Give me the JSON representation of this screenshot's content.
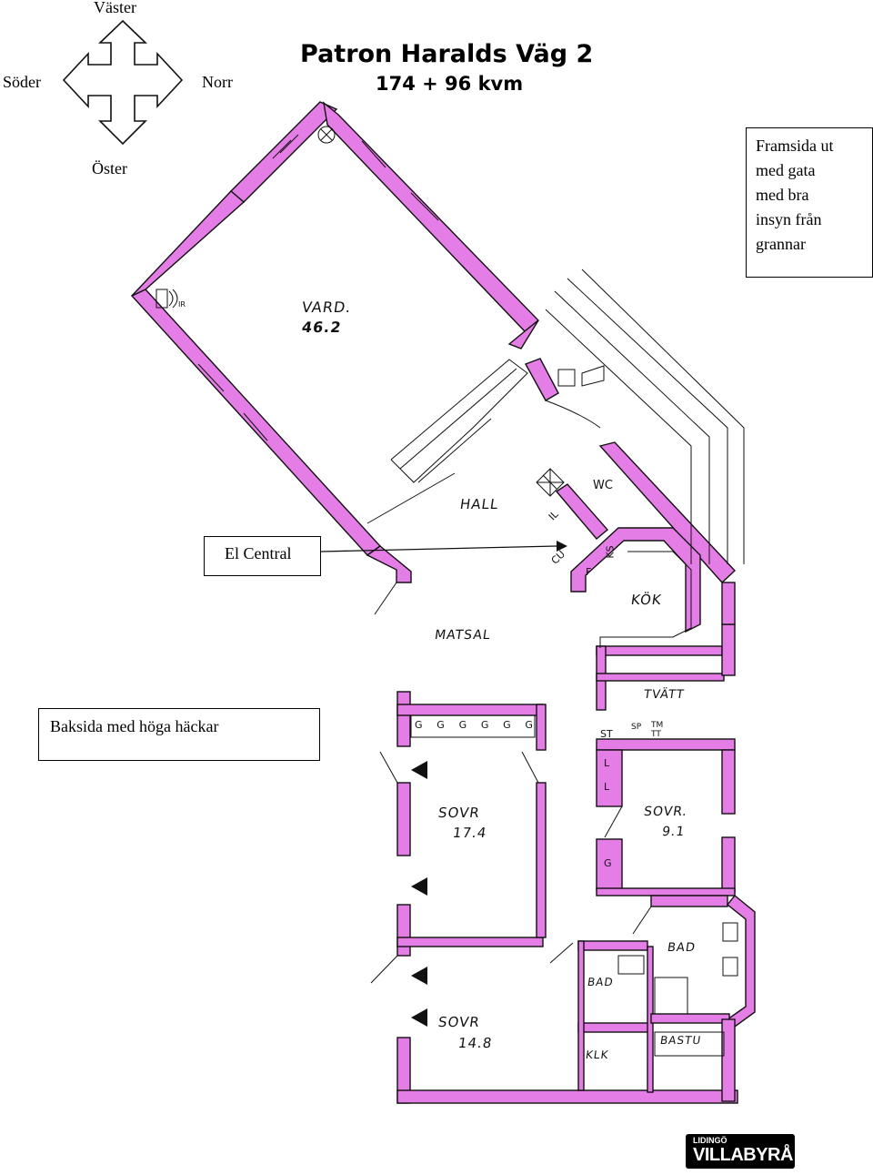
{
  "compass": {
    "north": "Norr",
    "south": "Söder",
    "west": "Väster",
    "east": "Öster"
  },
  "title": {
    "address": "Patron Haralds Väg 2",
    "area": "174 + 96 kvm"
  },
  "notes": {
    "front": [
      "Framsida ut",
      "med gata",
      "med bra",
      "insyn från",
      "grannar"
    ],
    "el_central": "El Central",
    "back": "Baksida med höga häckar"
  },
  "rooms": {
    "vard": "VARD.",
    "vard_area": "46.2",
    "hall": "HALL",
    "wc": "WC",
    "kok": "KÖK",
    "matsal": "MATSAL",
    "tvatt": "TVÄTT",
    "sovr1": "SOVR",
    "sovr1_area": "17.4",
    "sovr2": "SOVR.",
    "sovr2_area": "9.1",
    "sovr3": "SOVR",
    "sovr3_area": "14.8",
    "bad1": "BAD",
    "bad2": "BAD",
    "bastu": "BASTU",
    "klk": "KLK"
  },
  "fixtures": {
    "il": "IL",
    "cu": "CU",
    "f": "F",
    "ks": "KS",
    "st": "ST",
    "sp": "SP",
    "tmtt": "TM TT",
    "l1": "L",
    "l2": "L",
    "g": "G",
    "ir": "IR",
    "wardrobes": [
      "G",
      "G",
      "G",
      "G",
      "G",
      "G"
    ]
  },
  "logo": {
    "top": "LIDINGÖ",
    "name": "VILLABYRÅ"
  },
  "colors": {
    "wall": "#e57de6",
    "line": "#111111"
  }
}
